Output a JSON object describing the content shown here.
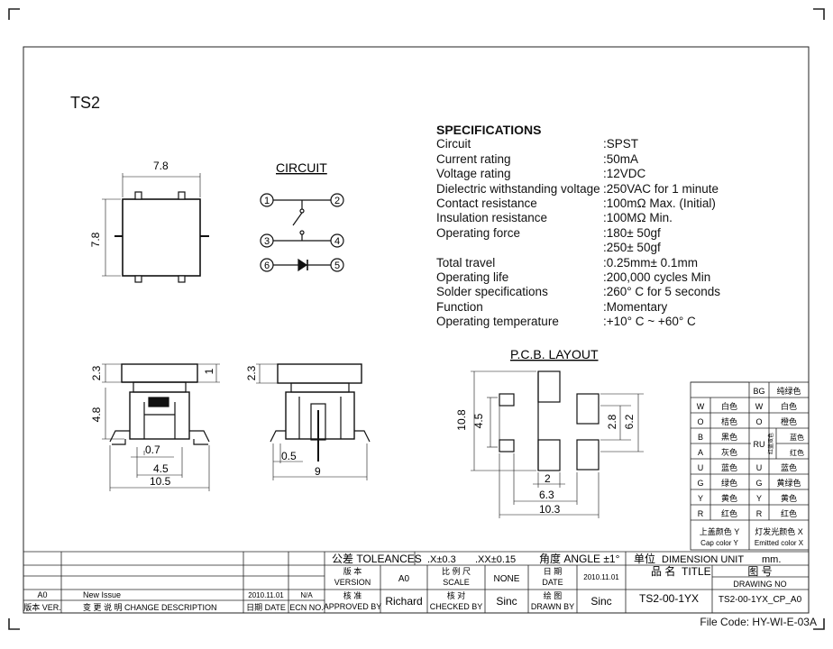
{
  "drawing_title": "TS2",
  "circuit": {
    "heading": "CIRCUIT",
    "pins": [
      "1",
      "2",
      "3",
      "4",
      "6",
      "5"
    ]
  },
  "pcb": {
    "heading": "P.C.B. LAYOUT"
  },
  "specifications": {
    "heading": "SPECIFICATIONS",
    "rows": [
      {
        "label": "Circuit",
        "value": ":SPST"
      },
      {
        "label": "Current rating",
        "value": ":50mA"
      },
      {
        "label": "Voltage rating",
        "value": ":12VDC"
      },
      {
        "label": "Dielectric withstanding voltage",
        "value": ":250VAC for 1 minute"
      },
      {
        "label": "Contact resistance",
        "value": ":100mΩ   Max. (Initial)"
      },
      {
        "label": "Insulation resistance",
        "value": ":100MΩ   Min."
      },
      {
        "label": "Operating force",
        "value": ":180± 50gf"
      },
      {
        "label": "",
        "value": ":250± 50gf"
      },
      {
        "label": "Total travel",
        "value": ":0.25mm± 0.1mm"
      },
      {
        "label": "Operating life",
        "value": ":200,000 cycles Min"
      },
      {
        "label": "Solder specifications",
        "value": ":260°  C for 5 seconds"
      },
      {
        "label": "Function",
        "value": ":Momentary"
      },
      {
        "label": "Operating temperature",
        "value": ":+10°  C ~ +60°  C"
      }
    ]
  },
  "dimensions": {
    "top_w": "7.8",
    "top_h": "7.8",
    "side_23": "2.3",
    "side_1": "1",
    "side_48": "4.8",
    "side_07": "0.7",
    "side_45": "4.5",
    "side_105": "10.5",
    "front_23": "2.3",
    "front_05": "0.5",
    "front_9": "9",
    "pcb_108": "10.8",
    "pcb_45": "4.5",
    "pcb_28": "2.8",
    "pcb_62": "6.2",
    "pcb_2": "2",
    "pcb_63": "6.3",
    "pcb_103": "10.3"
  },
  "color_table": {
    "header_right": [
      "BG",
      "纯绿色"
    ],
    "rows": [
      [
        "W",
        "白色",
        "W",
        "白色"
      ],
      [
        "O",
        "桔色",
        "O",
        "橙色"
      ],
      [
        "B",
        "黑色",
        "RU",
        "蓝色"
      ],
      [
        "A",
        "灰色",
        "",
        "红色"
      ],
      [
        "U",
        "蓝色",
        "U",
        "蓝色"
      ],
      [
        "G",
        "绿色",
        "G",
        "黄绿色"
      ],
      [
        "Y",
        "黄色",
        "Y",
        "黄色"
      ],
      [
        "R",
        "红色",
        "R",
        "红色"
      ]
    ],
    "ru_side": "红蓝双色",
    "cap_cn": "上盖颜色 Y",
    "cap_en": "Cap color Y",
    "emit_cn": "灯发光颜色 X",
    "emit_en": "Emitted color X"
  },
  "title_block": {
    "tolerance_cn": "公差 TOLEANCES",
    "tol1": ".X±0.3",
    "tol2": ".XX±0.15",
    "angle": "角度 ANGLE ±1°",
    "unit_cn": "单位",
    "unit_en": "DIMENSION UNIT",
    "unit_val": "mm.",
    "version_cn": "版  本",
    "version_en": "VERSION",
    "version_val": "A0",
    "scale_cn": "比 例 尺",
    "scale_en": "SCALE",
    "scale_val": "NONE",
    "date_cn": "日  期",
    "date_en": "DATE",
    "date_val": "2010.11.01",
    "title_cn": "品 名",
    "title_en": "TITLE",
    "drawno_cn": "图  号",
    "drawno_en": "DRAWING NO",
    "approved_cn": "核  准",
    "approved_en": "APPROVED BY",
    "approved_val": "Richard",
    "checked_cn": "核  对",
    "checked_en": "CHECKED BY",
    "checked_val": "Sinc",
    "drawn_cn": "绘  图",
    "drawn_en": "DRAWN BY",
    "drawn_val": "Sinc",
    "title_val": "TS2-00-1YX",
    "drawno_val": "TS2-00-1YX_CP_A0",
    "rev_a0": "A0",
    "rev_desc": "New Issue",
    "rev_date": "2010.11.01",
    "rev_ecn": "N/A",
    "hdr_ver": "版本 VER.",
    "hdr_change": "变  更  说  明   CHANGE DESCRIPTION",
    "hdr_date": "日期 DATE",
    "hdr_ecn": "ECN NO."
  },
  "file_code": "File Code: HY-WI-E-03A"
}
